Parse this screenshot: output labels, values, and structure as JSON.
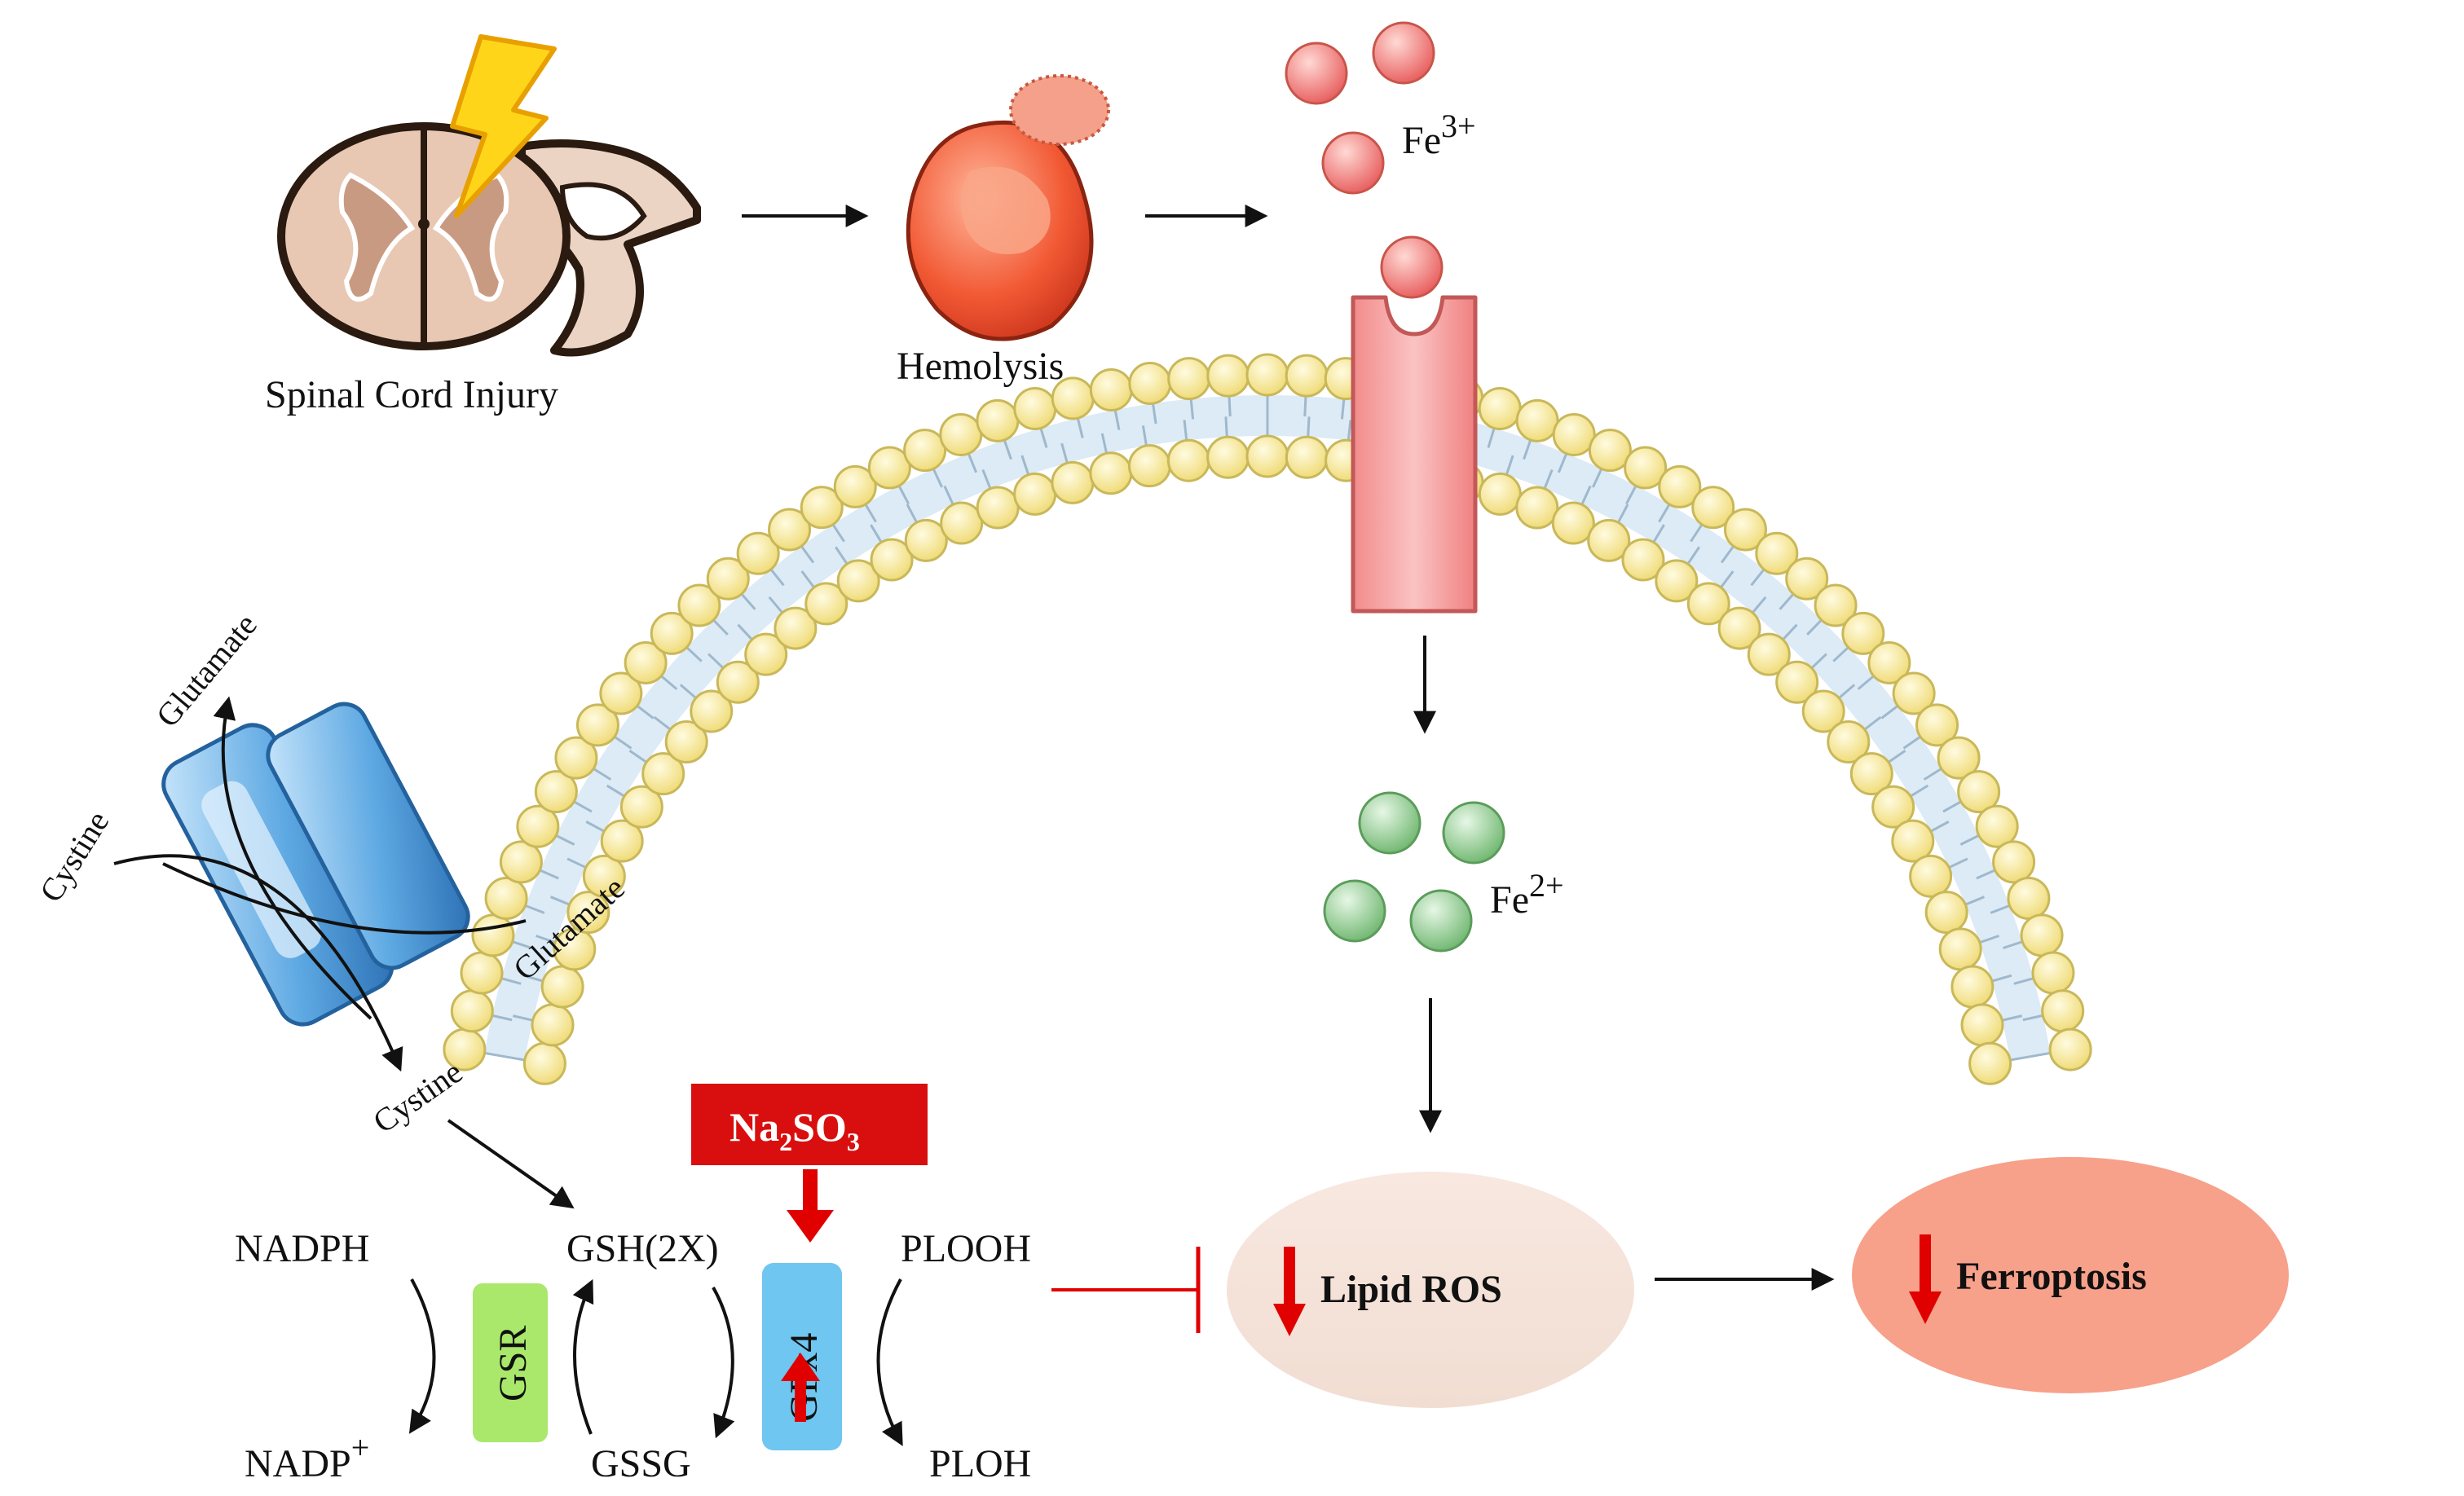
{
  "labels": {
    "spinal_cord_injury": "Spinal Cord Injury",
    "hemolysis": "Hemolysis",
    "fe3": "Fe",
    "fe3_charge": "3+",
    "fe2": "Fe",
    "fe2_charge": "2+",
    "glutamate_out": "Glutamate",
    "cystine_out": "Cystine",
    "glutamate_in": "Glutamate",
    "cystine_in": "Cystine",
    "na2so3_a": "Na",
    "na2so3_b": "2",
    "na2so3_c": "SO",
    "na2so3_d": "3",
    "nadph": "NADPH",
    "nadp": "NADP",
    "nadp_charge": "+",
    "gsh": "GSH(2X)",
    "gssg": "GSSG",
    "gsr": "GSR",
    "gpx4": "GPx4",
    "plooh": "PLOOH",
    "ploh": "PLOH",
    "lipid_ros": "Lipid ROS",
    "ferroptosis": "Ferroptosis"
  },
  "colors": {
    "lipid_head": "#f7eba0",
    "lipid_head_stroke": "#c9b85a",
    "membrane_core": "#d9e9f5",
    "fe3_ball": "#f08a8a",
    "fe2_ball": "#8fcf8f",
    "channel": "#f6a5a5",
    "transporter": "#5aa7e0",
    "gsr_box": "#a9e86b",
    "gpx4_box": "#6fc6f0",
    "na2so3_box": "#d90f0f",
    "inhibit_red": "#e00000",
    "lipid_ros_fill": "#f5e4da",
    "ferroptosis_fill": "#f7a08a"
  },
  "icons": [
    "spinal-cord-icon",
    "lightning-icon",
    "red-blood-cell-icon",
    "iron-ball-icon",
    "iron-channel-icon",
    "xc-transporter-icon"
  ]
}
